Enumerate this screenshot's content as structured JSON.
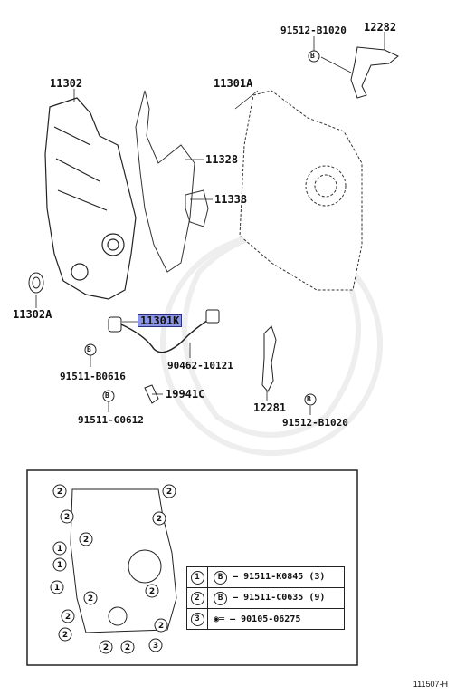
{
  "labels": {
    "p11302": "11302",
    "p91512_top": "91512-B1020",
    "p12282": "12282",
    "p11301A": "11301A",
    "p11328": "11328",
    "p11338": "11338",
    "p11302A": "11302A",
    "p11301K": "11301K",
    "p91511_B0616": "91511-B0616",
    "p90462": "90462-10121",
    "p19941C": "19941C",
    "p91511_G0612": "91511-G0612",
    "p12281": "12281",
    "p91512_bot": "91512-B1020"
  },
  "bolt_symbol": "B",
  "inset": {
    "numbers": [
      "2",
      "2",
      "2",
      "2",
      "2",
      "1",
      "1",
      "1",
      "2",
      "2",
      "2",
      "2",
      "2",
      "2",
      "2",
      "3"
    ],
    "legend": [
      {
        "num": "1",
        "sym": "B",
        "part": "91511-K0845 (3)"
      },
      {
        "num": "2",
        "sym": "B",
        "part": "91511-C0635 (9)"
      },
      {
        "num": "3",
        "sym": "",
        "part": "90105-06275"
      }
    ]
  },
  "reference": "111507-H",
  "colors": {
    "highlight": "#8b95e6",
    "line": "#222222"
  }
}
